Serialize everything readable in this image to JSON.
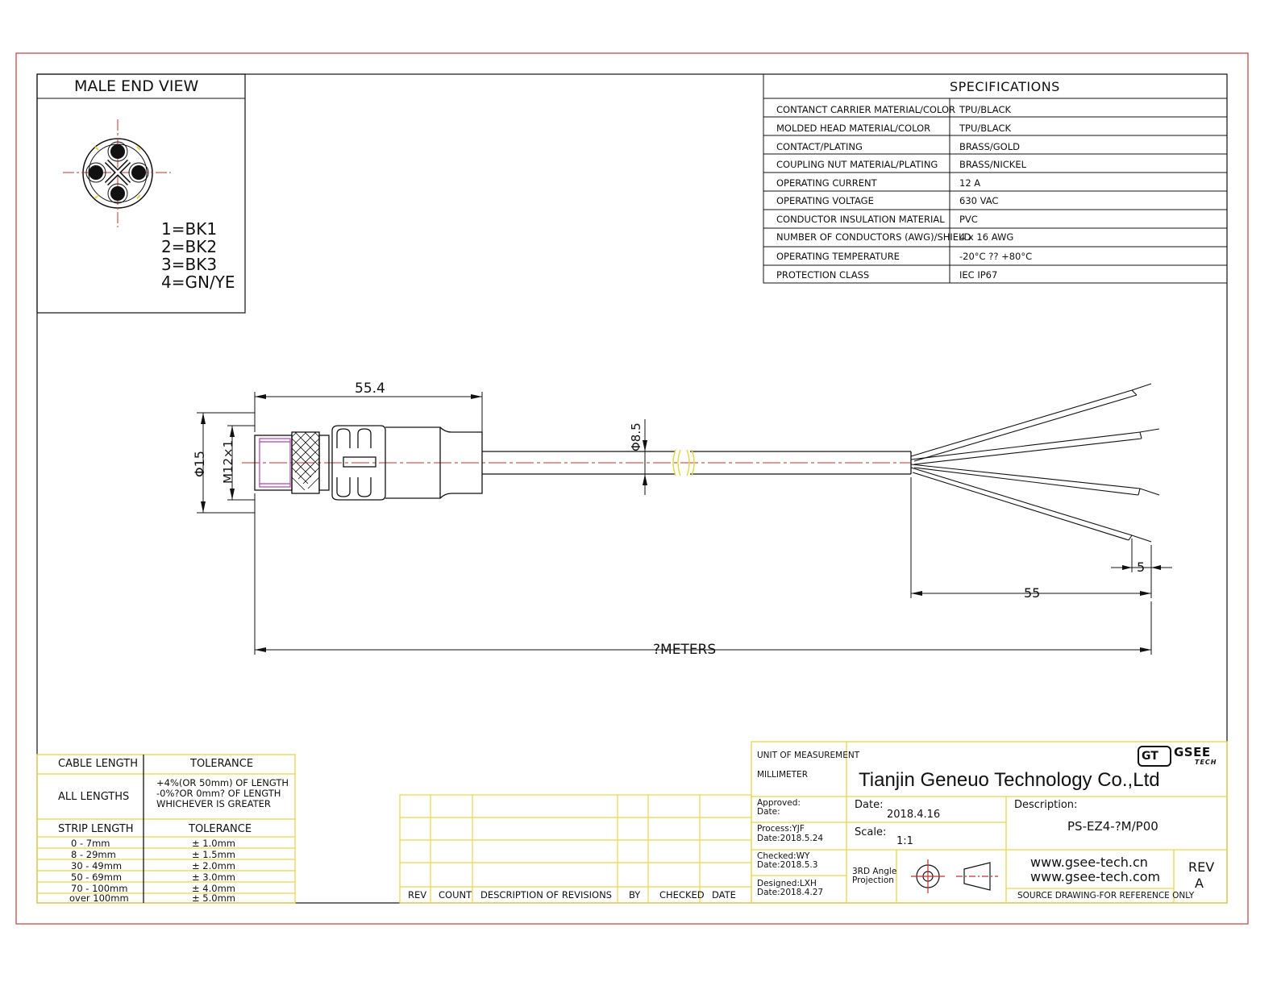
{
  "male_end_view": {
    "title": "MALE END VIEW",
    "pins": [
      "1=BK1",
      "2=BK2",
      "3=BK3",
      "4=GN/YE"
    ]
  },
  "specifications": {
    "title": "SPECIFICATIONS",
    "rows": [
      {
        "label": "CONTANCT CARRIER MATERIAL/COLOR",
        "value": "TPU/BLACK"
      },
      {
        "label": "MOLDED HEAD MATERIAL/COLOR",
        "value": "TPU/BLACK"
      },
      {
        "label": "CONTACT/PLATING",
        "value": "BRASS/GOLD"
      },
      {
        "label": "COUPLING NUT MATERIAL/PLATING",
        "value": "BRASS/NICKEL"
      },
      {
        "label": "OPERATING CURRENT",
        "value": "12 A"
      },
      {
        "label": "OPERATING VOLTAGE",
        "value": "630 VAC"
      },
      {
        "label": "CONDUCTOR INSULATION MATERIAL",
        "value": "PVC"
      },
      {
        "label": "NUMBER OF CONDUCTORS (AWG)/SHIELD",
        "value": "4 x 16 AWG"
      },
      {
        "label": "OPERATING TEMPERATURE",
        "value": "-20°C ?? +80°C"
      },
      {
        "label": "PROTECTION CLASS",
        "value": "IEC  IP67"
      }
    ]
  },
  "dimensions": {
    "length_head": "55.4",
    "diameter_cable": "Φ8.5",
    "diameter_head": "Φ15",
    "thread": "M12×1",
    "strip": "5",
    "wire_length": "55",
    "total": "?METERS"
  },
  "tolerance_table": {
    "cable_length_header": "CABLE LENGTH",
    "tolerance_header": "TOLERANCE",
    "all_lengths": "ALL LENGTHS",
    "all_lengths_tol": [
      "+4%(OR 50mm) OF LENGTH",
      "-0%?OR 0mm? OF LENGTH",
      "WHICHEVER  IS  GREATER"
    ],
    "strip_length_header": "STRIP LENGTH",
    "strip_tolerance_header": "TOLERANCE",
    "strip_rows": [
      {
        "range": "0 - 7mm",
        "tol": "± 1.0mm"
      },
      {
        "range": "8 - 29mm",
        "tol": "± 1.5mm"
      },
      {
        "range": "30 - 49mm",
        "tol": "± 2.0mm"
      },
      {
        "range": "50 - 69mm",
        "tol": "± 3.0mm"
      },
      {
        "range": "70 - 100mm",
        "tol": "± 4.0mm"
      },
      {
        "range": "over 100mm",
        "tol": "± 5.0mm"
      }
    ]
  },
  "revisions": {
    "headers": [
      "REV",
      "COUNT",
      "DESCRIPTION  OF  REVISIONS",
      "BY",
      "CHECKED",
      "DATE"
    ]
  },
  "title_block": {
    "unit_label": "UNIT OF MEASUREMENT",
    "unit_value": "MILLIMETER",
    "company": "Tianjin Geneuo Technology Co.,Ltd",
    "logo_mark": "GT",
    "logo_name": "GSEE",
    "logo_sub": "TECH",
    "approved": "Approved:",
    "approved_date": "Date:",
    "process": "Process:YJF",
    "process_date": "Date:2018.5.24",
    "checked": "Checked:WY",
    "checked_date": "Date:2018.5.3",
    "designed": "Designed:LXH",
    "designed_date": "Date:2018.4.27",
    "date_label": "Date:",
    "date_value": "2018.4.16",
    "scale_label": "Scale:",
    "scale_value": "1:1",
    "projection": [
      "3RD Angle",
      "Projection"
    ],
    "description_label": "Description:",
    "description_value": "PS-EZ4-?M/P00",
    "website1": "www.gsee-tech.cn",
    "website2": "www.gsee-tech.com",
    "rev_label": "REV",
    "rev_value": "A",
    "source_note": "SOURCE DRAWING-FOR REFERENCE ONLY"
  },
  "colors": {
    "outer_border": "#c86464",
    "line": "#111111",
    "center_line": "#c03030",
    "table_border": "#e8d64a",
    "highlight": "#b040b0"
  }
}
